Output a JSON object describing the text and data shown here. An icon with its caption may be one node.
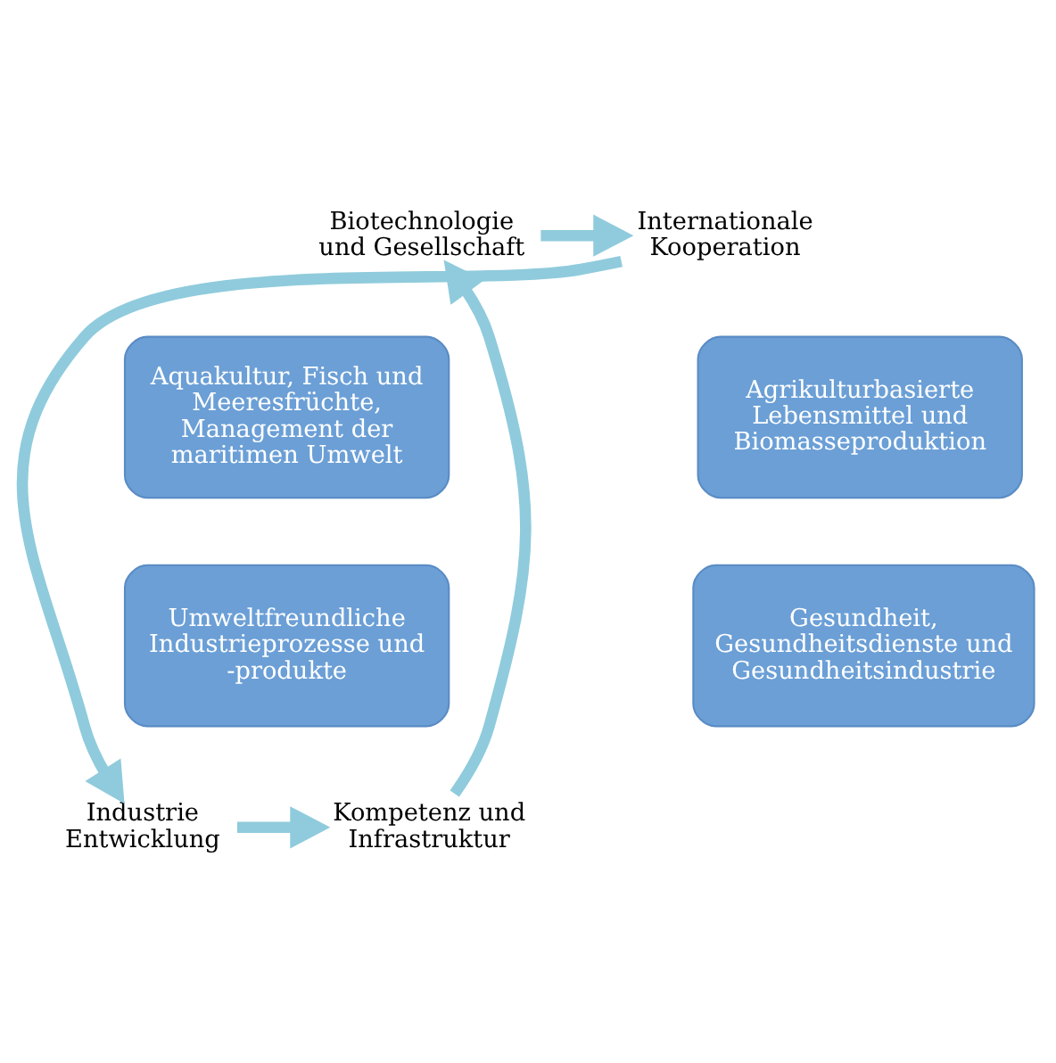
{
  "diagram": {
    "nodes": [
      {
        "text": [
          "Biotechnologie und Gesellschaft"
        ]
      },
      {
        "text": [
          "Internationale Kooperation"
        ]
      },
      {
        "text": [
          "Aquakultur, Fisch und Meeresfrüchte, Management der maritimen Umwelt"
        ]
      },
      {
        "text": [
          "Agrikulturbasierte Lebensmittel und Biomasseproduktion"
        ]
      },
      {
        "text": [
          "Umweltfreundliche Industrieprozesse und -produkte"
        ]
      },
      {
        "text": [
          "Gesundheit, Gesundheitsdienste und Gesundheitsindustrie"
        ]
      },
      {
        "text": [
          "Kompetenz und Infrastruktur"
        ]
      },
      {
        "text": [
          "Industrie Entwicklung"
        ]
      }
    ],
    "edges": [
      {
        "from": 0,
        "to": 1,
        "arrow": "to"
      },
      {
        "from": 1,
        "to": 7,
        "arrow": "to"
      },
      {
        "from": 7,
        "to": 6,
        "arrow": "to"
      },
      {
        "from": 6,
        "to": 0,
        "arrow": "to"
      }
    ]
  }
}
